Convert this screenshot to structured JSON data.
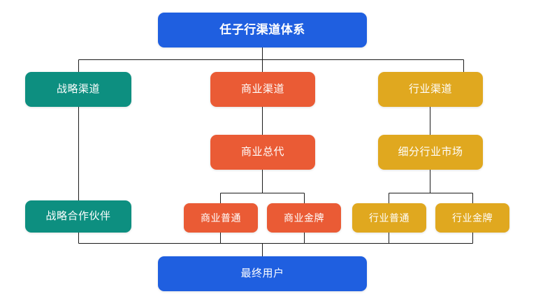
{
  "diagram": {
    "title": "任子行渠道体系",
    "background": "#ffffff",
    "edge_color": "#1a1a1a",
    "colors": {
      "blue": "#1f5fe0",
      "teal": "#0d8f80",
      "orange": "#ea5b35",
      "yellow": "#e0a81f",
      "text": "#ffffff"
    },
    "nodes": {
      "root": "任子行渠道体系",
      "strategic_channel": "战略渠道",
      "commercial_channel": "商业渠道",
      "industry_channel": "行业渠道",
      "commercial_general_agent": "商业总代",
      "industry_segment_market": "细分行业市场",
      "strategic_partner": "战略合作伙伴",
      "commercial_normal": "商业普通",
      "commercial_gold": "商业金牌",
      "industry_normal": "行业普通",
      "industry_gold": "行业金牌",
      "end_user": "最终用户"
    }
  }
}
